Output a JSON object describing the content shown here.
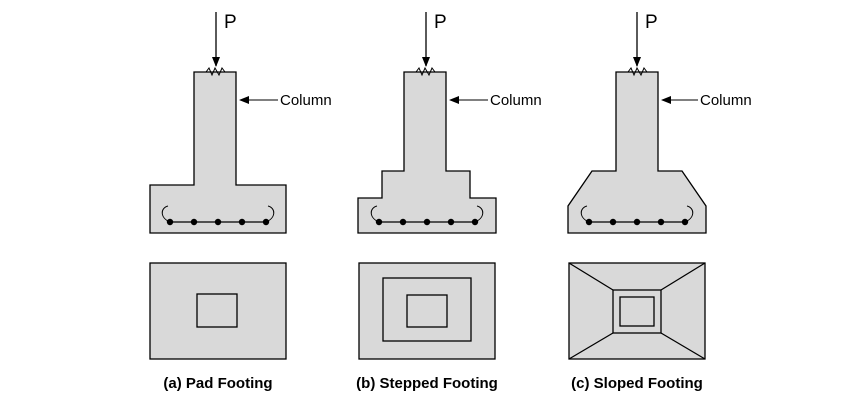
{
  "load_label": "P",
  "column_label": "Column",
  "footings": [
    {
      "id": "pad",
      "caption": "(a) Pad Footing"
    },
    {
      "id": "stepped",
      "caption": "(b) Stepped Footing"
    },
    {
      "id": "sloped",
      "caption": "(c) Sloped Footing"
    }
  ],
  "colors": {
    "concrete": "#d9d9d9",
    "stroke": "#000000",
    "background": "#ffffff"
  }
}
